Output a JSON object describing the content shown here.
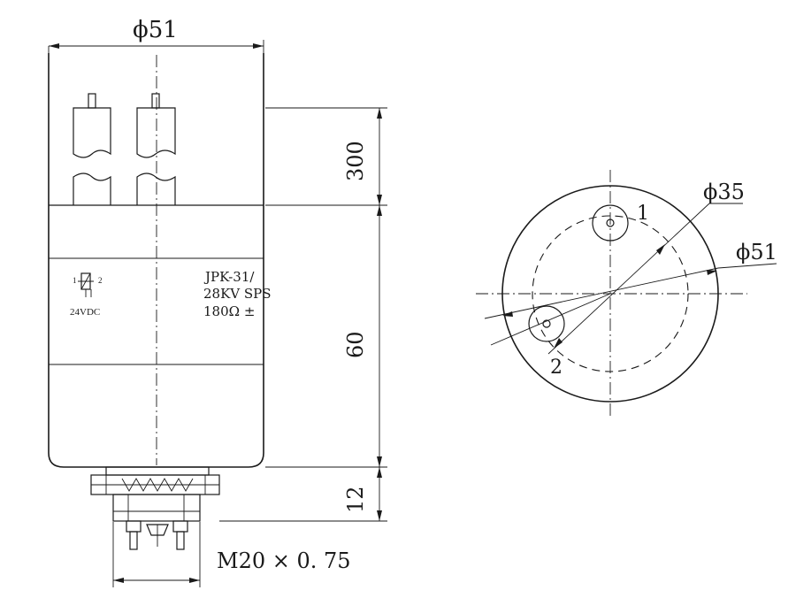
{
  "dimensions": {
    "body_diameter": "ϕ51",
    "top_height": "300",
    "mid_height": "60",
    "base_height": "12",
    "thread": "M20 × 0. 75",
    "inner_circle_diameter": "ϕ35",
    "outer_circle_diameter": "ϕ51"
  },
  "nameplate": {
    "model": "JPK-31/",
    "rating": "28KV SPS",
    "resistance": "180Ω ±",
    "coil_voltage": "24VDC",
    "pin_left": "1",
    "pin_right": "2"
  },
  "terminals": {
    "terminal_1": "1",
    "terminal_2": "2"
  }
}
